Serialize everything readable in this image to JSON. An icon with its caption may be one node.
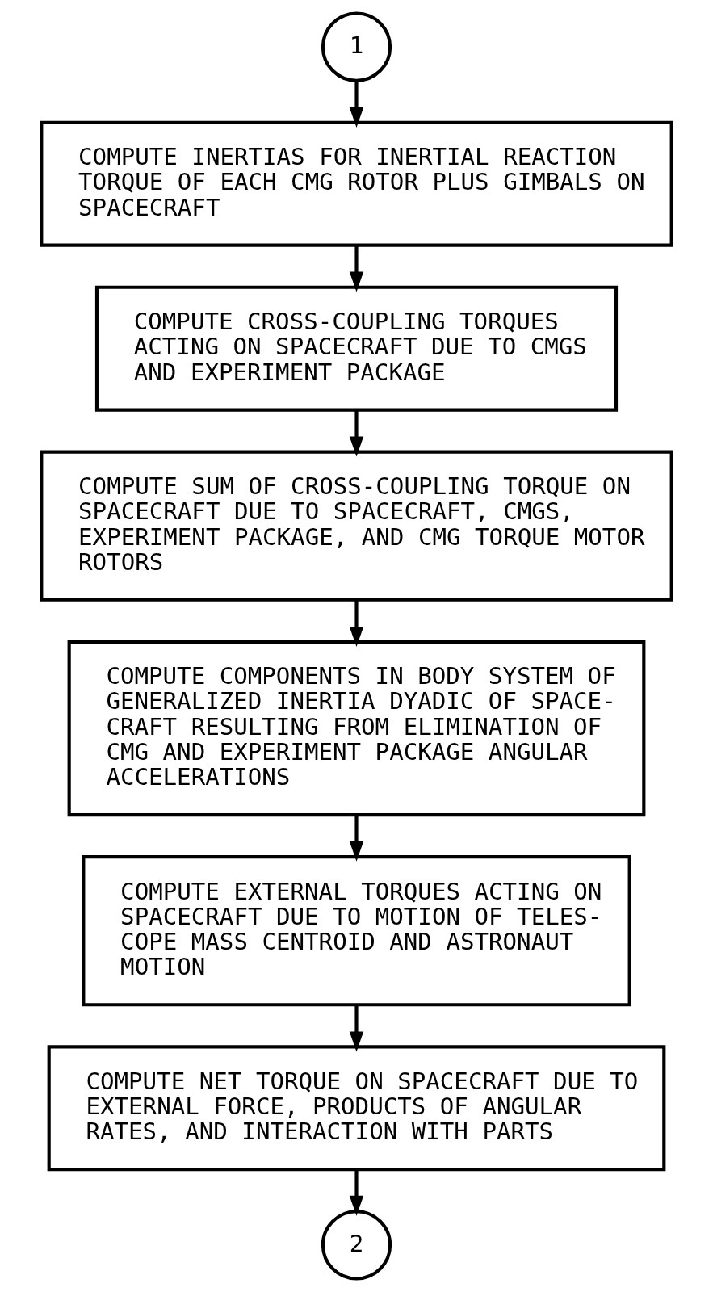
{
  "diagram": {
    "nodes": [
      {
        "text": [
          "1"
        ]
      },
      {
        "text": [
          "COMPUTE INERTIAS FOR INERTIAL REACTION TORQUE OF EACH CMG ROTOR PLUS GIMBALS ON SPACECRAFT"
        ]
      },
      {
        "text": [
          "COMPUTE CROSS-COUPLING TORQUES ACTING ON SPACECRAFT DUE TO CMGS AND EXPERIMENT PACKAGE"
        ]
      },
      {
        "text": [
          "COMPUTE SUM OF CROSS-COUPLING TORQUE ON SPACECRAFT DUE TO SPACECRAFT, CMGS, EXPERIMENT PACKAGE, AND CMG TORQUE MOTOR ROTORS"
        ]
      },
      {
        "text": [
          "COMPUTE COMPONENTS IN BODY SYSTEM OF GENERALIZED INERTIA DYADIC OF SPACE- CRAFT RESULTING FROM ELIMINATION OF CMG AND EXPERIMENT PACKAGE ANGULAR ACCELERATIONS"
        ]
      },
      {
        "text": [
          "COMPUTE EXTERNAL TORQUES ACTING ON SPACECRAFT DUE TO MOTION OF TELES- COPE MASS CENTROID AND ASTRONAUT MOTION"
        ]
      },
      {
        "text": [
          "COMPUTE NET TORQUE ON SPACECRAFT DUE TO EXTERNAL FORCE, PRODUCTS OF ANGULAR RATES, AND INTERACTION WITH PARTS"
        ]
      },
      {
        "text": [
          "2"
        ]
      }
    ],
    "edges": [
      {
        "from": 0,
        "to": 1,
        "arrow": "to"
      },
      {
        "from": 1,
        "to": 2,
        "arrow": "to"
      },
      {
        "from": 2,
        "to": 3,
        "arrow": "to"
      },
      {
        "from": 3,
        "to": 4,
        "arrow": "to"
      },
      {
        "from": 4,
        "to": 5,
        "arrow": "to"
      },
      {
        "from": 5,
        "to": 6,
        "arrow": "to"
      },
      {
        "from": 6,
        "to": 7,
        "arrow": "to"
      }
    ]
  }
}
